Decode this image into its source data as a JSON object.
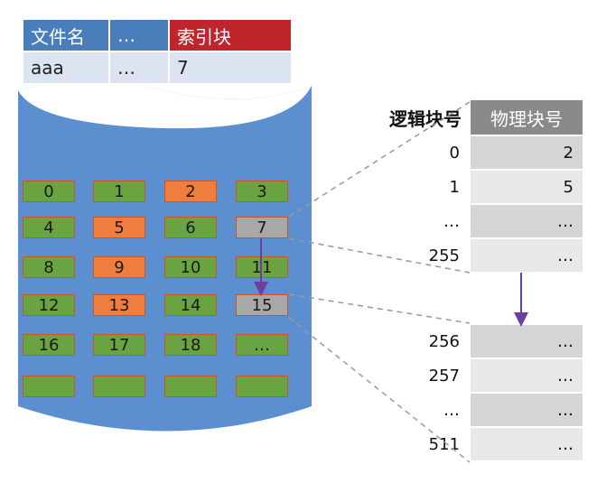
{
  "fcb_table": {
    "headers": [
      "文件名",
      "…",
      "索引块"
    ],
    "row": [
      "aaa",
      "…",
      "7"
    ]
  },
  "disk_blocks": [
    {
      "label": "0",
      "color": "green"
    },
    {
      "label": "1",
      "color": "green"
    },
    {
      "label": "2",
      "color": "orange"
    },
    {
      "label": "3",
      "color": "green"
    },
    {
      "label": "4",
      "color": "green"
    },
    {
      "label": "5",
      "color": "orange"
    },
    {
      "label": "6",
      "color": "green"
    },
    {
      "label": "7",
      "color": "gray"
    },
    {
      "label": "8",
      "color": "green"
    },
    {
      "label": "9",
      "color": "orange"
    },
    {
      "label": "10",
      "color": "green"
    },
    {
      "label": "11",
      "color": "green"
    },
    {
      "label": "12",
      "color": "green"
    },
    {
      "label": "13",
      "color": "orange"
    },
    {
      "label": "14",
      "color": "green"
    },
    {
      "label": "15",
      "color": "gray"
    },
    {
      "label": "16",
      "color": "green"
    },
    {
      "label": "17",
      "color": "green"
    },
    {
      "label": "18",
      "color": "green"
    },
    {
      "label": "…",
      "color": "green"
    },
    {
      "label": "",
      "color": "green"
    },
    {
      "label": "",
      "color": "green"
    },
    {
      "label": "",
      "color": "green"
    },
    {
      "label": "",
      "color": "green"
    }
  ],
  "index_table": {
    "header_logical": "逻辑块号",
    "header_physical": "物理块号",
    "group1": [
      {
        "logical": "0",
        "physical": "2"
      },
      {
        "logical": "1",
        "physical": "5"
      },
      {
        "logical": "…",
        "physical": "…"
      },
      {
        "logical": "255",
        "physical": "…"
      }
    ],
    "group2": [
      {
        "logical": "256",
        "physical": "…"
      },
      {
        "logical": "257",
        "physical": "…"
      },
      {
        "logical": "…",
        "physical": "…"
      },
      {
        "logical": "511",
        "physical": "…"
      }
    ]
  },
  "colors": {
    "disk": "#5b8fd0",
    "header_blue": "#4a7ebb",
    "header_red": "#c0252c",
    "block_green": "#6aa341",
    "block_orange": "#ee7d3e",
    "block_gray": "#a8a8a8",
    "arrow": "#6a3fa0"
  }
}
